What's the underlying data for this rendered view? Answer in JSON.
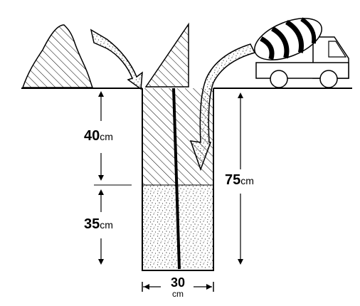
{
  "labels": {
    "top_depth": {
      "value": "40",
      "unit": "cm"
    },
    "bottom_depth": {
      "value": "35",
      "unit": "cm"
    },
    "total_depth": {
      "value": "75",
      "unit": "cm"
    },
    "width": {
      "value": "30",
      "unit": "cm"
    }
  },
  "colors": {
    "ink": "#000000",
    "background": "#ffffff",
    "concrete_speckle": "#555555"
  }
}
